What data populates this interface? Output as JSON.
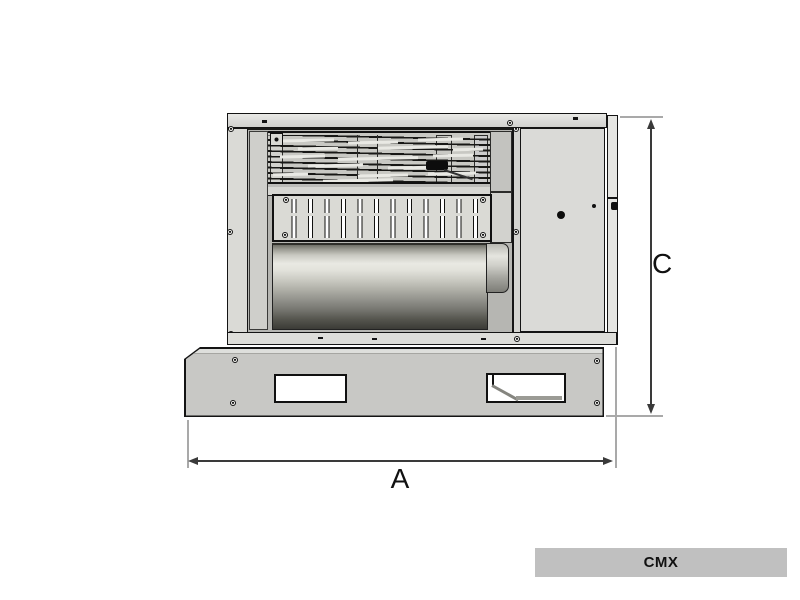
{
  "diagram": {
    "dimension_labels": {
      "width": "A",
      "height": "C"
    },
    "model_label": "CMX",
    "colors": {
      "panel": "#d9d9d5",
      "base": "#c8c8c5",
      "drum_highlight": "#e9e9e3",
      "label_bar": "#c0c0c0",
      "outline": "#141414",
      "dimension": "#3a3a3a"
    }
  }
}
